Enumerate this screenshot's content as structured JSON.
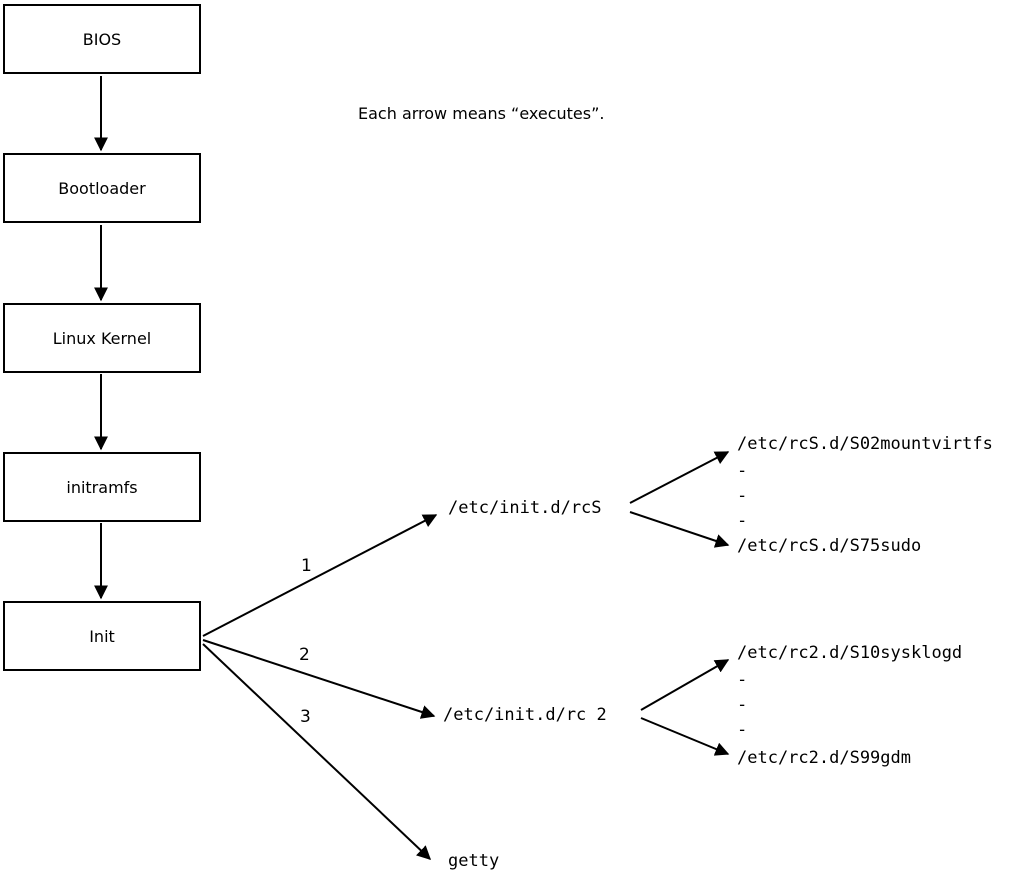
{
  "diagram": {
    "caption": "Each arrow means “executes”.",
    "boxes": [
      "BIOS",
      "Bootloader",
      "Linux Kernel",
      "initramfs",
      "Init"
    ],
    "arrow_labels": [
      "1",
      "2",
      "3"
    ],
    "targets": {
      "rcS": "/etc/init.d/rcS",
      "rc2": "/etc/init.d/rc 2",
      "getty": "getty"
    },
    "rcS_scripts": [
      "/etc/rcS.d/S02mountvirtfs",
      "-",
      "-",
      "-",
      "/etc/rcS.d/S75sudo"
    ],
    "rc2_scripts": [
      "/etc/rc2.d/S10sysklogd",
      "-",
      "-",
      "-",
      "/etc/rc2.d/S99gdm"
    ],
    "colors": {
      "line": "#000000",
      "background": "#ffffff",
      "text": "#000000"
    }
  }
}
